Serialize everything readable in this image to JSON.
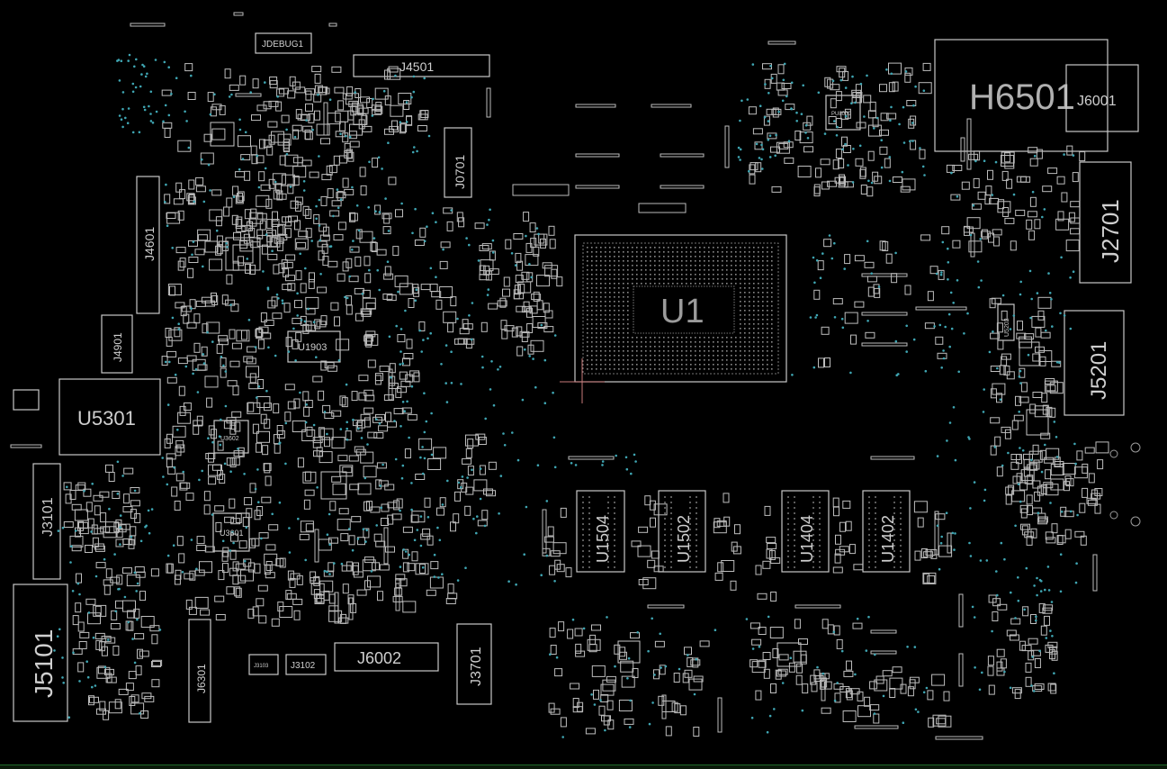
{
  "labels": {
    "jdebug1": "JDEBUG1",
    "j4501": "J4501",
    "j0701": "J0701",
    "j4601": "J4601",
    "j4901": "J4901",
    "u5301": "U5301",
    "j3101": "J3101",
    "j5101": "J5101",
    "j6301": "J6301",
    "j3103": "J3103",
    "j3102": "J3102",
    "j6002": "J6002",
    "j3701": "J3701",
    "u1903": "U1903",
    "u3602": "U3602",
    "u3601": "U3601",
    "u1": "U1",
    "u1504": "U1504",
    "u1502": "U1502",
    "u1404": "U1404",
    "u1402": "U1402",
    "h6501": "H6501",
    "j6001": "J6001",
    "j2701": "J2701",
    "j5201": "J5201",
    "pu8000": "PU8000",
    "u5202": "U5202"
  },
  "colors": {
    "background": "#000000",
    "outline": "#c8c8c8",
    "label": "#cfcfcf",
    "via": "#3fa6b3",
    "edge": "#1f6a2a"
  }
}
